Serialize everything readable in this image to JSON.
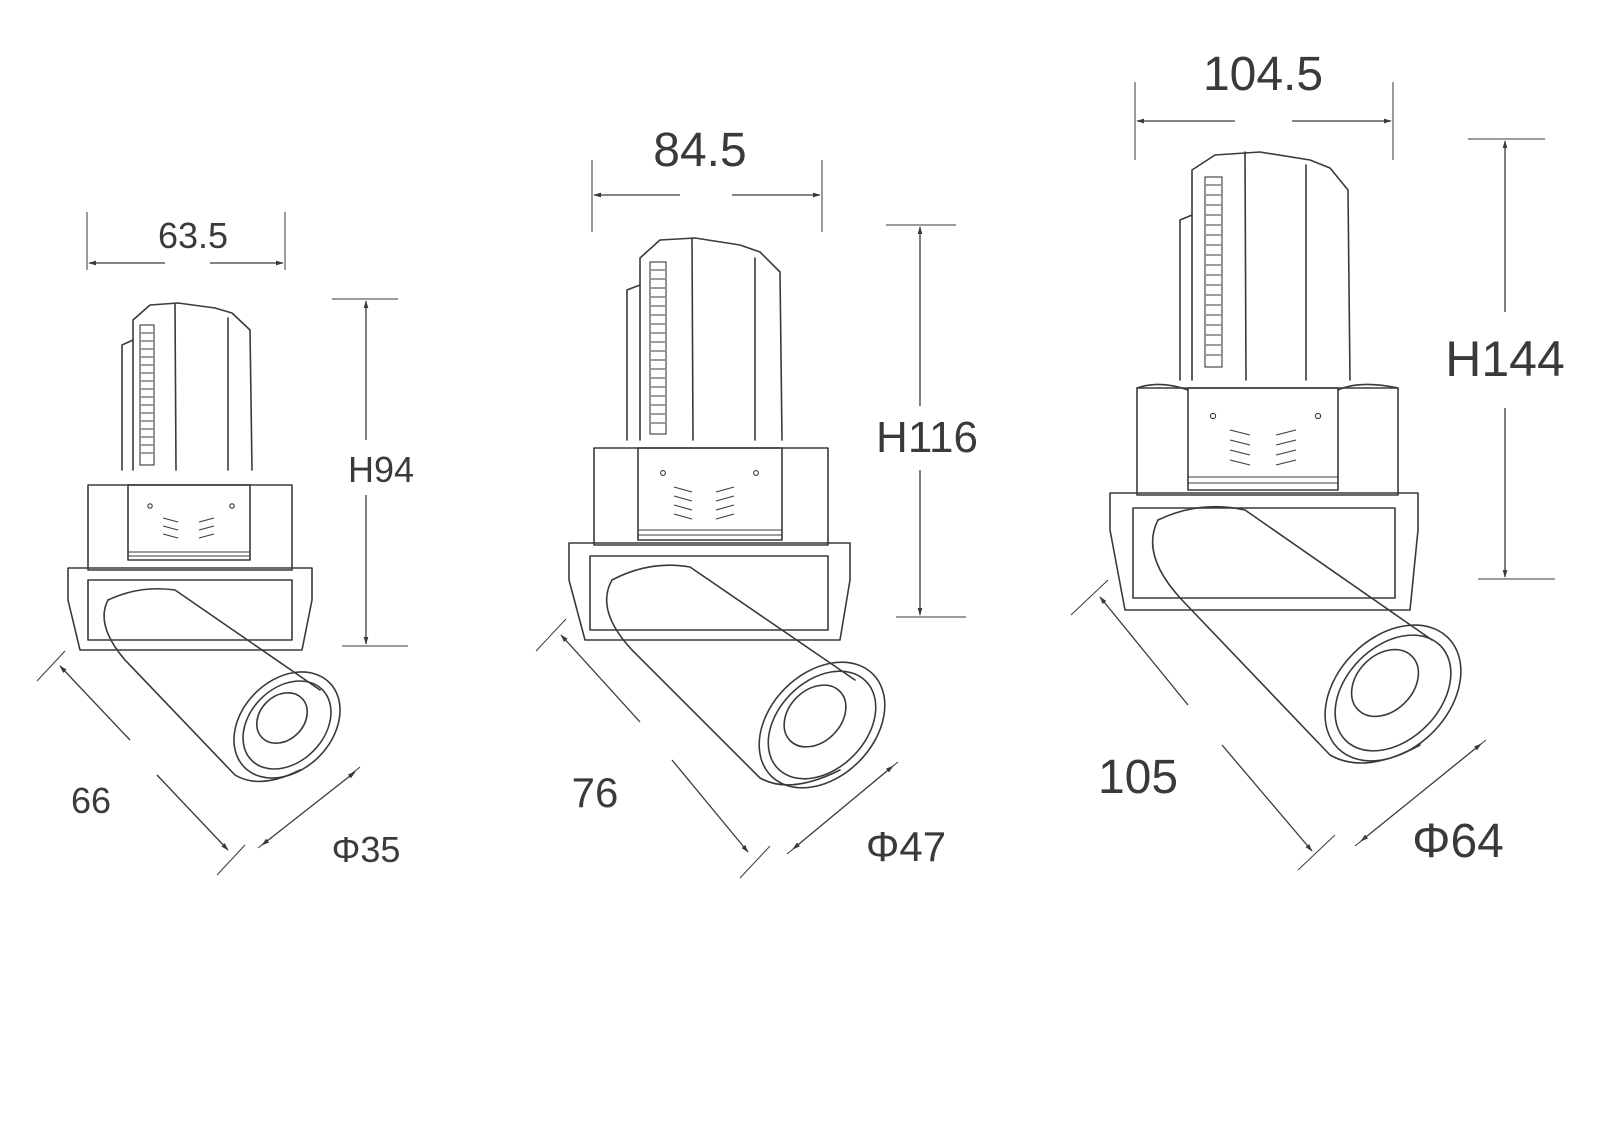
{
  "products": [
    {
      "id": "small",
      "width_label": "63.5",
      "height_label": "H94",
      "length_label": "66",
      "diameter_label": "Φ35"
    },
    {
      "id": "medium",
      "width_label": "84.5",
      "height_label": "H116",
      "length_label": "76",
      "diameter_label": "Φ47"
    },
    {
      "id": "large",
      "width_label": "104.5",
      "height_label": "H144",
      "length_label": "105",
      "diameter_label": "Φ64"
    }
  ],
  "colors": {
    "line": "#3a3a3a",
    "background": "#ffffff"
  }
}
